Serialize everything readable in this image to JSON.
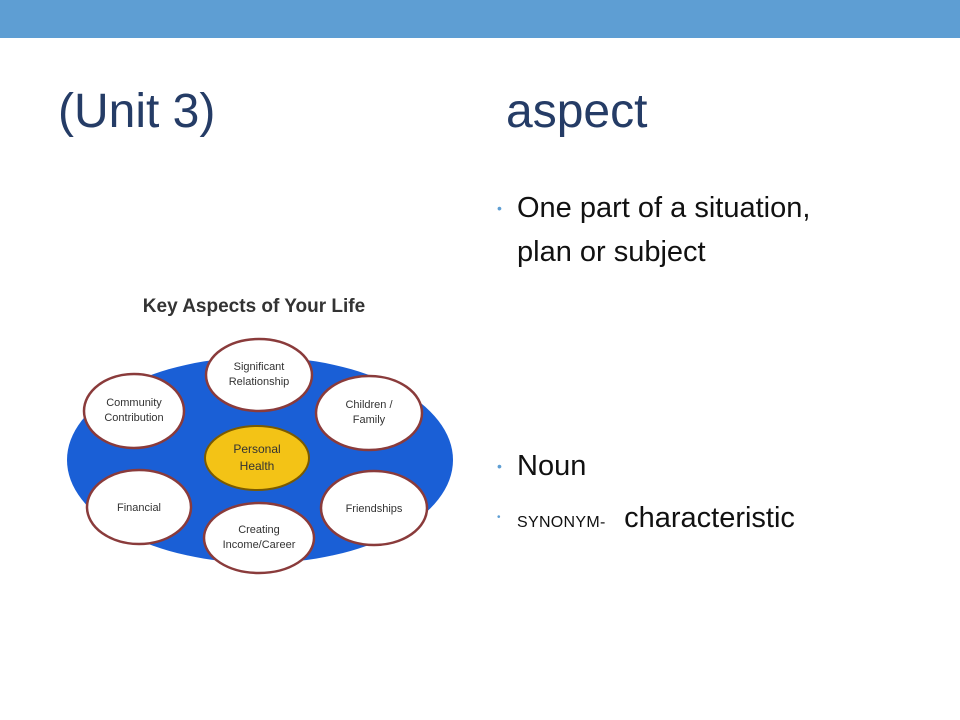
{
  "slide": {
    "title_unit": "(Unit 3)",
    "title_word": "aspect"
  },
  "definition": {
    "line1": "One part of a situation,",
    "line2": "plan or subject"
  },
  "part_of_speech": "Noun",
  "synonym": {
    "label": "SYNONYM-",
    "word": "characteristic"
  },
  "diagram": {
    "title": "Key Aspects of Your Life",
    "center": [
      "Personal",
      "Health"
    ],
    "nodes": {
      "significant": [
        "Significant",
        "Relationship"
      ],
      "community": [
        "Community",
        "Contribution"
      ],
      "children": [
        "Children /",
        "Family"
      ],
      "financial": [
        "Financial"
      ],
      "friendships": [
        "Friendships"
      ],
      "creating": [
        "Creating",
        "Income/Career"
      ]
    }
  },
  "colors": {
    "top_bar": "#5e9ed3",
    "title": "#253c66",
    "ring_blue": "#1a5fd6",
    "center_gold": "#f3c316",
    "node_border": "#8a3b3b"
  }
}
